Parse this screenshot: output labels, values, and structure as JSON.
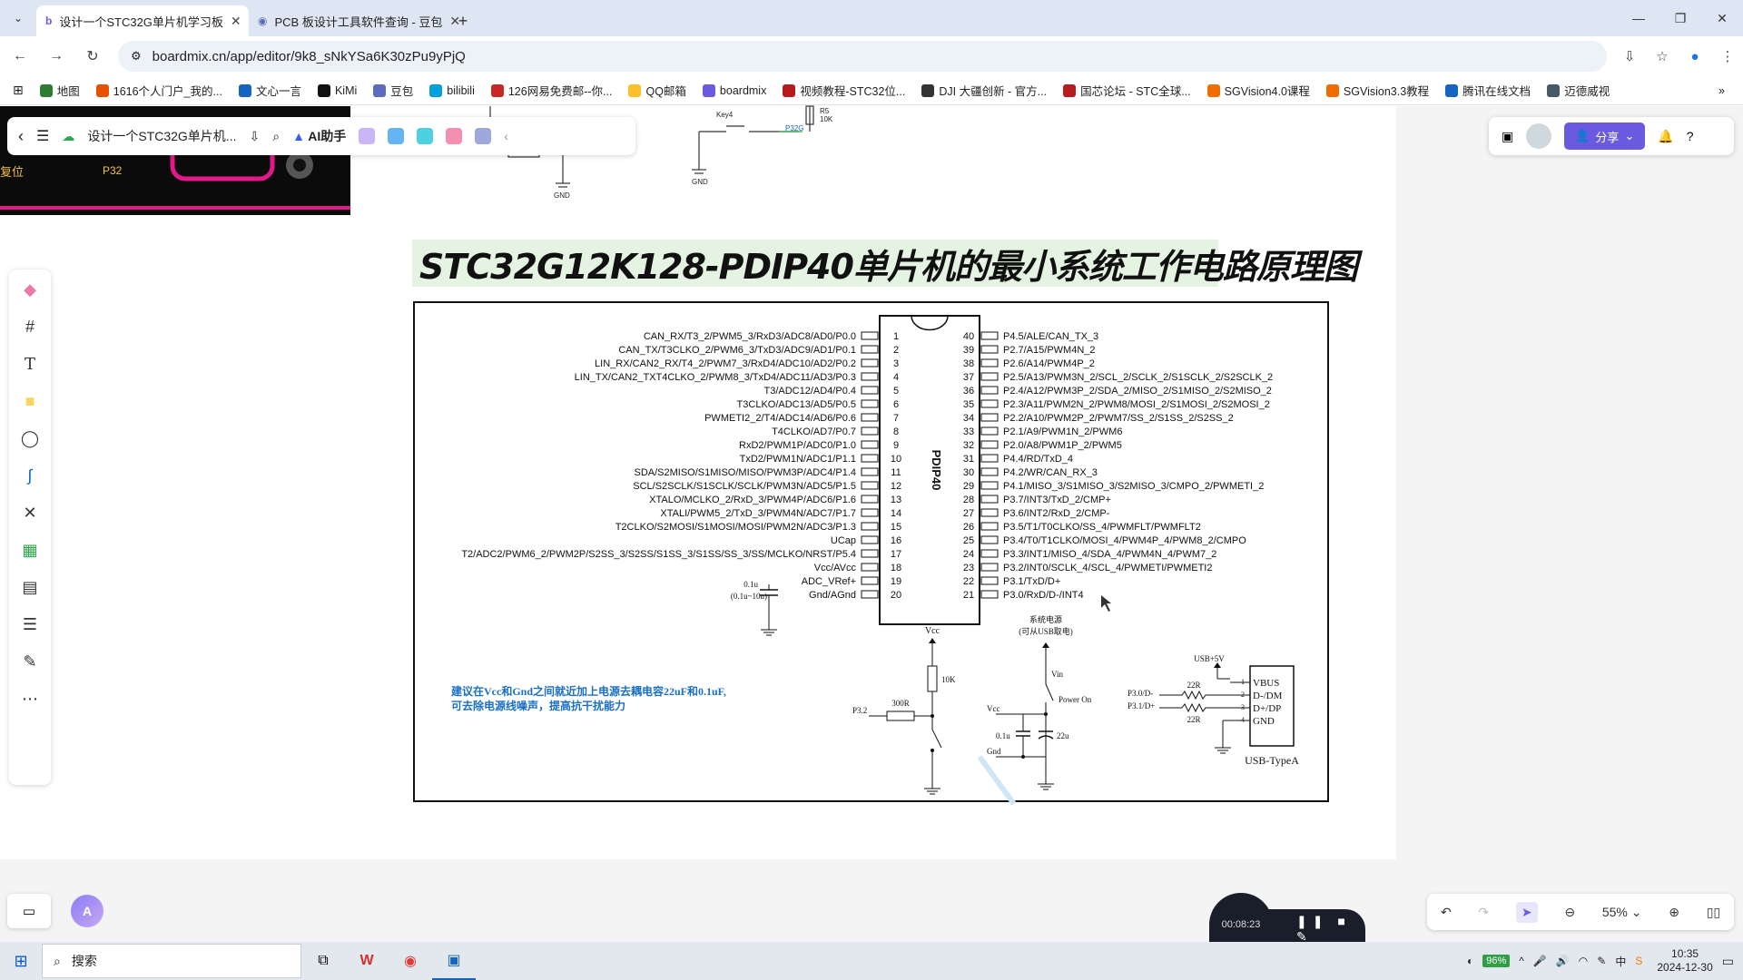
{
  "browser": {
    "tabs": [
      {
        "title": "设计一个STC32G单片机学习板",
        "active": true
      },
      {
        "title": "PCB 板设计工具软件查询 - 豆包",
        "active": false
      }
    ],
    "new_tab": "+",
    "url": "boardmix.cn/app/editor/9k8_sNkYSa6K30zPu9yPjQ"
  },
  "bookmarks": [
    {
      "label": "地图",
      "color": "#2e7d32"
    },
    {
      "label": "1616个人门户_我的...",
      "color": "#e65100"
    },
    {
      "label": "文心一言",
      "color": "#1565c0"
    },
    {
      "label": "KiMi",
      "color": "#111111"
    },
    {
      "label": "豆包",
      "color": "#5c6bc0"
    },
    {
      "label": "bilibili",
      "color": "#00a1d6"
    },
    {
      "label": "126网易免费邮--你...",
      "color": "#c62828"
    },
    {
      "label": "QQ邮箱",
      "color": "#fbc02d"
    },
    {
      "label": "boardmix",
      "color": "#6a5ae0"
    },
    {
      "label": "视频教程-STC32位...",
      "color": "#b71c1c"
    },
    {
      "label": "DJI 大疆创新 - 官方...",
      "color": "#333333"
    },
    {
      "label": "国芯论坛 - STC全球...",
      "color": "#b71c1c"
    },
    {
      "label": "SGVision4.0课程",
      "color": "#ef6c00"
    },
    {
      "label": "SGVision3.3教程",
      "color": "#ef6c00"
    },
    {
      "label": "腾讯在线文档",
      "color": "#1565c0"
    },
    {
      "label": "迈德威视",
      "color": "#455a64"
    }
  ],
  "editor": {
    "doc_name": "设计一个STC32G单片机...",
    "ai_label": "AI助手",
    "share_label": "分享",
    "zoom": "55%"
  },
  "pcb_thumb": {
    "reset_label": "复位",
    "pin_label": "P32"
  },
  "sheet_top": {
    "key_label": "Key4",
    "r5_label": "R5",
    "r5_value": "10K",
    "net_label": "P32G",
    "gnd_label": "GND",
    "gnd_label2": "GND"
  },
  "document": {
    "title": "STC32G12K128-PDIP40单片机的最小系统工作电路原理图"
  },
  "schematic": {
    "chip_name": "PDIP40",
    "left_pins": [
      {
        "num": "1",
        "name": "CAN_RX/T3_2/PWM5_3/RxD3/ADC8/AD0/P0.0"
      },
      {
        "num": "2",
        "name": "CAN_TX/T3CLKO_2/PWM6_3/TxD3/ADC9/AD1/P0.1"
      },
      {
        "num": "3",
        "name": "LIN_RX/CAN2_RX/T4_2/PWM7_3/RxD4/ADC10/AD2/P0.2"
      },
      {
        "num": "4",
        "name": "LIN_TX/CAN2_TXT4CLKO_2/PWM8_3/TxD4/ADC11/AD3/P0.3"
      },
      {
        "num": "5",
        "name": "T3/ADC12/AD4/P0.4"
      },
      {
        "num": "6",
        "name": "T3CLKO/ADC13/AD5/P0.5"
      },
      {
        "num": "7",
        "name": "PWMETI2_2/T4/ADC14/AD6/P0.6"
      },
      {
        "num": "8",
        "name": "T4CLKO/AD7/P0.7"
      },
      {
        "num": "9",
        "name": "RxD2/PWM1P/ADC0/P1.0"
      },
      {
        "num": "10",
        "name": "TxD2/PWM1N/ADC1/P1.1"
      },
      {
        "num": "11",
        "name": "SDA/S2MISO/S1MISO/MISO/PWM3P/ADC4/P1.4"
      },
      {
        "num": "12",
        "name": "SCL/S2SCLK/S1SCLK/SCLK/PWM3N/ADC5/P1.5"
      },
      {
        "num": "13",
        "name": "XTALO/MCLKO_2/RxD_3/PWM4P/ADC6/P1.6"
      },
      {
        "num": "14",
        "name": "XTALI/PWM5_2/TxD_3/PWM4N/ADC7/P1.7"
      },
      {
        "num": "15",
        "name": "T2CLKO/S2MOSI/S1MOSI/MOSI/PWM2N/ADC3/P1.3"
      },
      {
        "num": "16",
        "name": "UCap"
      },
      {
        "num": "17",
        "name": "T2/ADC2/PWM6_2/PWM2P/S2SS_3/S2SS/S1SS_3/S1SS/SS_3/SS/MCLKO/NRST/P5.4"
      },
      {
        "num": "18",
        "name": "Vcc/AVcc"
      },
      {
        "num": "19",
        "name": "ADC_VRef+"
      },
      {
        "num": "20",
        "name": "Gnd/AGnd"
      }
    ],
    "right_pins": [
      {
        "num": "40",
        "name": "P4.5/ALE/CAN_TX_3"
      },
      {
        "num": "39",
        "name": "P2.7/A15/PWM4N_2"
      },
      {
        "num": "38",
        "name": "P2.6/A14/PWM4P_2"
      },
      {
        "num": "37",
        "name": "P2.5/A13/PWM3N_2/SCL_2/SCLK_2/S1SCLK_2/S2SCLK_2"
      },
      {
        "num": "36",
        "name": "P2.4/A12/PWM3P_2/SDA_2/MISO_2/S1MISO_2/S2MISO_2"
      },
      {
        "num": "35",
        "name": "P2.3/A11/PWM2N_2/PWM8/MOSI_2/S1MOSI_2/S2MOSI_2"
      },
      {
        "num": "34",
        "name": "P2.2/A10/PWM2P_2/PWM7/SS_2/S1SS_2/S2SS_2"
      },
      {
        "num": "33",
        "name": "P2.1/A9/PWM1N_2/PWM6"
      },
      {
        "num": "32",
        "name": "P2.0/A8/PWM1P_2/PWM5"
      },
      {
        "num": "31",
        "name": "P4.4/RD/TxD_4"
      },
      {
        "num": "30",
        "name": "P4.2/WR/CAN_RX_3"
      },
      {
        "num": "29",
        "name": "P4.1/MISO_3/S1MISO_3/S2MISO_3/CMPO_2/PWMETI_2"
      },
      {
        "num": "28",
        "name": "P3.7/INT3/TxD_2/CMP+"
      },
      {
        "num": "27",
        "name": "P3.6/INT2/RxD_2/CMP-"
      },
      {
        "num": "26",
        "name": "P3.5/T1/T0CLKO/SS_4/PWMFLT/PWMFLT2"
      },
      {
        "num": "25",
        "name": "P3.4/T0/T1CLKO/MOSI_4/PWM4P_4/PWM8_2/CMPO"
      },
      {
        "num": "24",
        "name": "P3.3/INT1/MISO_4/SDA_4/PWM4N_4/PWM7_2"
      },
      {
        "num": "23",
        "name": "P3.2/INT0/SCLK_4/SCL_4/PWMETI/PWMETI2"
      },
      {
        "num": "22",
        "name": "P3.1/TxD/D+"
      },
      {
        "num": "21",
        "name": "P3.0/RxD/D-/INT4"
      }
    ],
    "cap_value": "0.1u",
    "cap_range": "(0.1u~10u)",
    "note_line1": "建议在Vcc和Gnd之间就近加上电源去耦电容22uF和0.1uF,",
    "note_line2": "可去除电源线噪声，提高抗干扰能力",
    "vcc_label": "Vcc",
    "r_pullup": "10K",
    "r_series": "300R",
    "p32_label": "P3.2",
    "power_title": "系统电源",
    "power_sub": "(可从USB取电)",
    "vin_label": "Vin",
    "power_on_label": "Power On",
    "vcc_label2": "Vcc",
    "gnd_label": "Gnd",
    "cap1": "0.1u",
    "cap2": "22u",
    "usb_5v": "USB+5V",
    "usb_pins": [
      "VBUS",
      "D-/DM",
      "D+/DP",
      "GND"
    ],
    "usb_pin_nums": [
      "1",
      "2",
      "3",
      "4"
    ],
    "usb_res1": "22R",
    "usb_res2": "22R",
    "usb_net1": "P3.0/D-",
    "usb_net2": "P3.1/D+",
    "usb_name": "USB-TypeA"
  },
  "recording": {
    "time": "00:08:23"
  },
  "taskbar": {
    "search_label": "搜索",
    "battery": "96%",
    "time": "10:35",
    "date": "2024-12-30"
  }
}
